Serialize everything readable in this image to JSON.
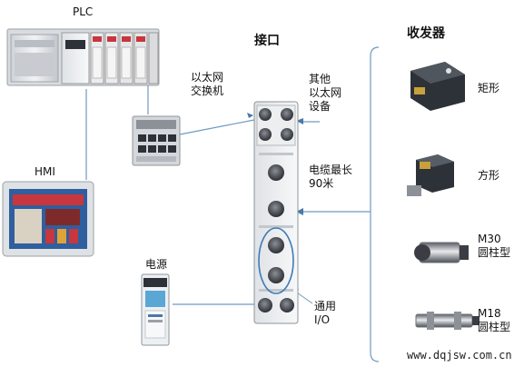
{
  "labels": {
    "plc": "PLC",
    "hmi": "HMI",
    "interface": "接口",
    "transceiver": "收发器",
    "ethernet_switch": [
      "以太网",
      "交换机"
    ],
    "other_ethernet": [
      "其他",
      "以太网",
      "设备"
    ],
    "cable_length": [
      "电缆最长",
      "90米"
    ],
    "power": "电源",
    "general_io": [
      "通用",
      "I/O"
    ],
    "rect_shape": "矩形",
    "square_shape": "方形",
    "m30": [
      "M30",
      "圆柱型"
    ],
    "m18": [
      "M18",
      "圆柱型"
    ],
    "watermark": "www.dqjsw.com.cn"
  },
  "colors": {
    "wire": "#6f9ac2",
    "device_light": "#e4e6e9",
    "device_dark": "#2d3138",
    "accent_red": "#c8363e",
    "screen_blue": "#2f5f9e"
  }
}
